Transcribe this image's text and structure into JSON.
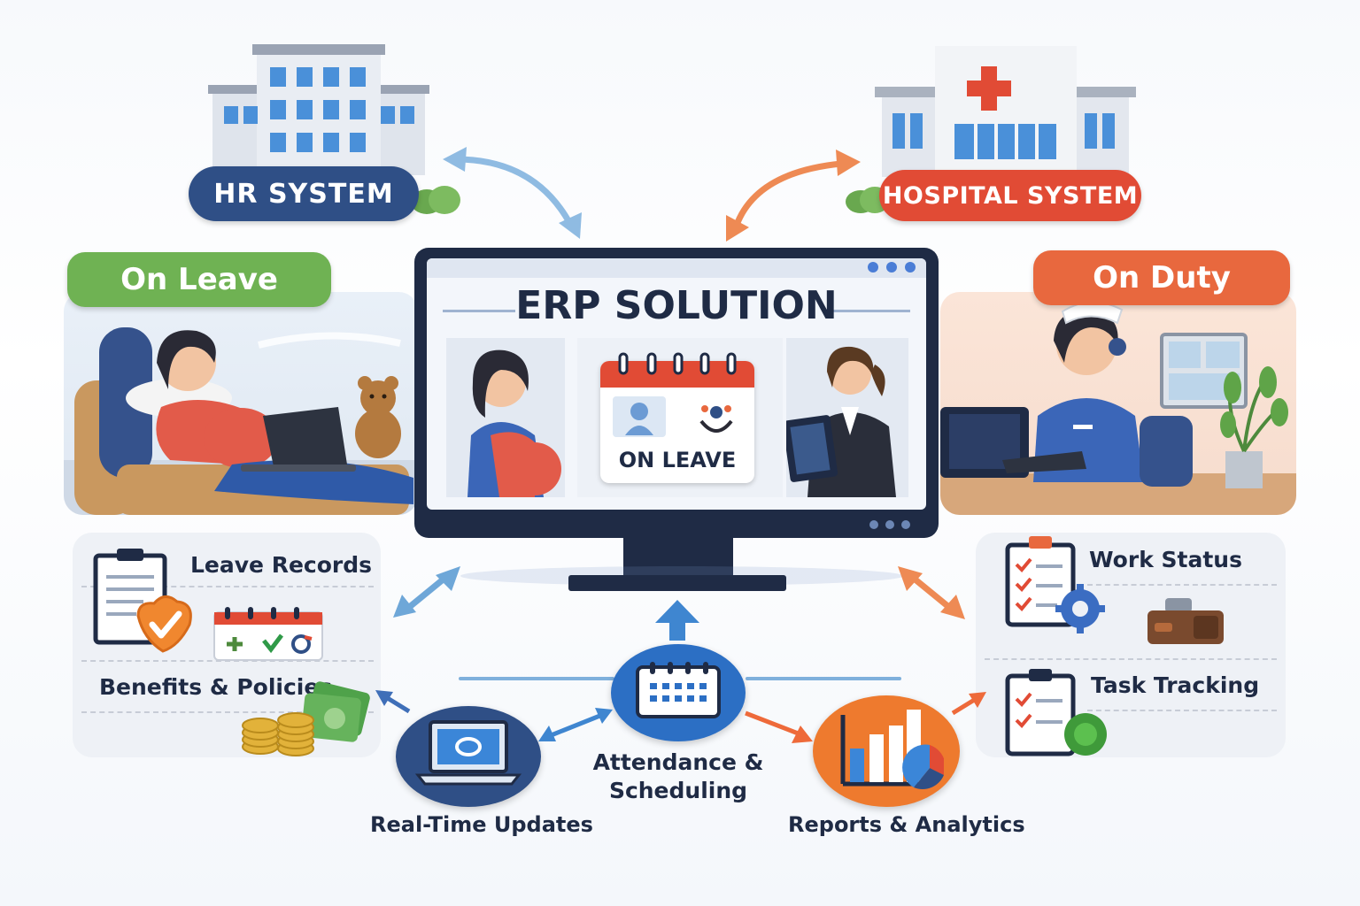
{
  "hr_system": {
    "label": "HR SYSTEM",
    "color": "#2f4f86"
  },
  "hospital_system": {
    "label": "HOSPITAL SYSTEM",
    "color": "#e14b35"
  },
  "on_leave": {
    "label": "On Leave",
    "color": "#6fb253"
  },
  "on_duty": {
    "label": "On Duty",
    "color": "#e8683e"
  },
  "erp": {
    "title": "ERP SOLUTION",
    "calendar_label": "ON LEAVE"
  },
  "left_panel": {
    "leave_records": "Leave Records",
    "benefits": "Benefits & Policies"
  },
  "right_panel": {
    "work_status": "Work Status",
    "task_tracking": "Task Tracking"
  },
  "features": {
    "realtime": "Real-Time Updates",
    "attendance_line1": "Attendance &",
    "attendance_line2": "Scheduling",
    "reports": "Reports & Analytics"
  },
  "colors": {
    "blue_arrow": "#7fb0dc",
    "orange_arrow": "#ee8a54",
    "navy": "#1f2b45"
  }
}
